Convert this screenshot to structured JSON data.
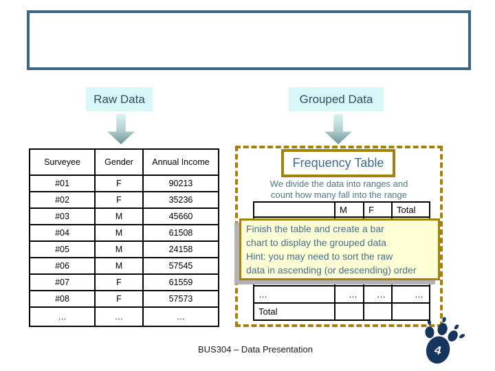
{
  "labels": {
    "raw": "Raw Data",
    "grouped": "Grouped Data"
  },
  "raw_table": {
    "headers": [
      "Surveyee",
      "Gender",
      "Annual Income"
    ],
    "rows": [
      [
        "#01",
        "F",
        "90213"
      ],
      [
        "#02",
        "F",
        "35236"
      ],
      [
        "#03",
        "M",
        "45660"
      ],
      [
        "#04",
        "M",
        "61508"
      ],
      [
        "#05",
        "M",
        "24158"
      ],
      [
        "#06",
        "M",
        "57545"
      ],
      [
        "#07",
        "F",
        "61559"
      ],
      [
        "#08",
        "F",
        "57573"
      ],
      [
        "…",
        "…",
        "…"
      ]
    ]
  },
  "panel": {
    "title": "Frequency Table",
    "description_lines": [
      "We divide the data into ranges and",
      "count how many fall into the range"
    ],
    "freq_table": {
      "headers": [
        "",
        "M",
        "F",
        "Total"
      ],
      "dots_row": [
        "…",
        "…",
        "…",
        "…"
      ],
      "total_row": [
        "Total",
        "",
        "",
        ""
      ]
    },
    "note_lines": [
      "Finish the table and create a bar",
      "chart to display the grouped data",
      "Hint: you may need to sort the raw",
      "data in ascending (or descending) order"
    ]
  },
  "footer": {
    "text": "BUS304 – Data Presentation",
    "page": "4"
  },
  "colors": {
    "title_border": "#3C6484",
    "label_bg": "#D9F6F8",
    "label_text": "#2F4E66",
    "gold_accent": "#A6800D",
    "steel_text": "#4E7892",
    "note_bg": "#FFFFD6",
    "note_shadow": "#B3B3B3",
    "paw_navy": "#17365D",
    "arrow_top": "#D9F5F4",
    "arrow_bottom": "#6E9496"
  }
}
